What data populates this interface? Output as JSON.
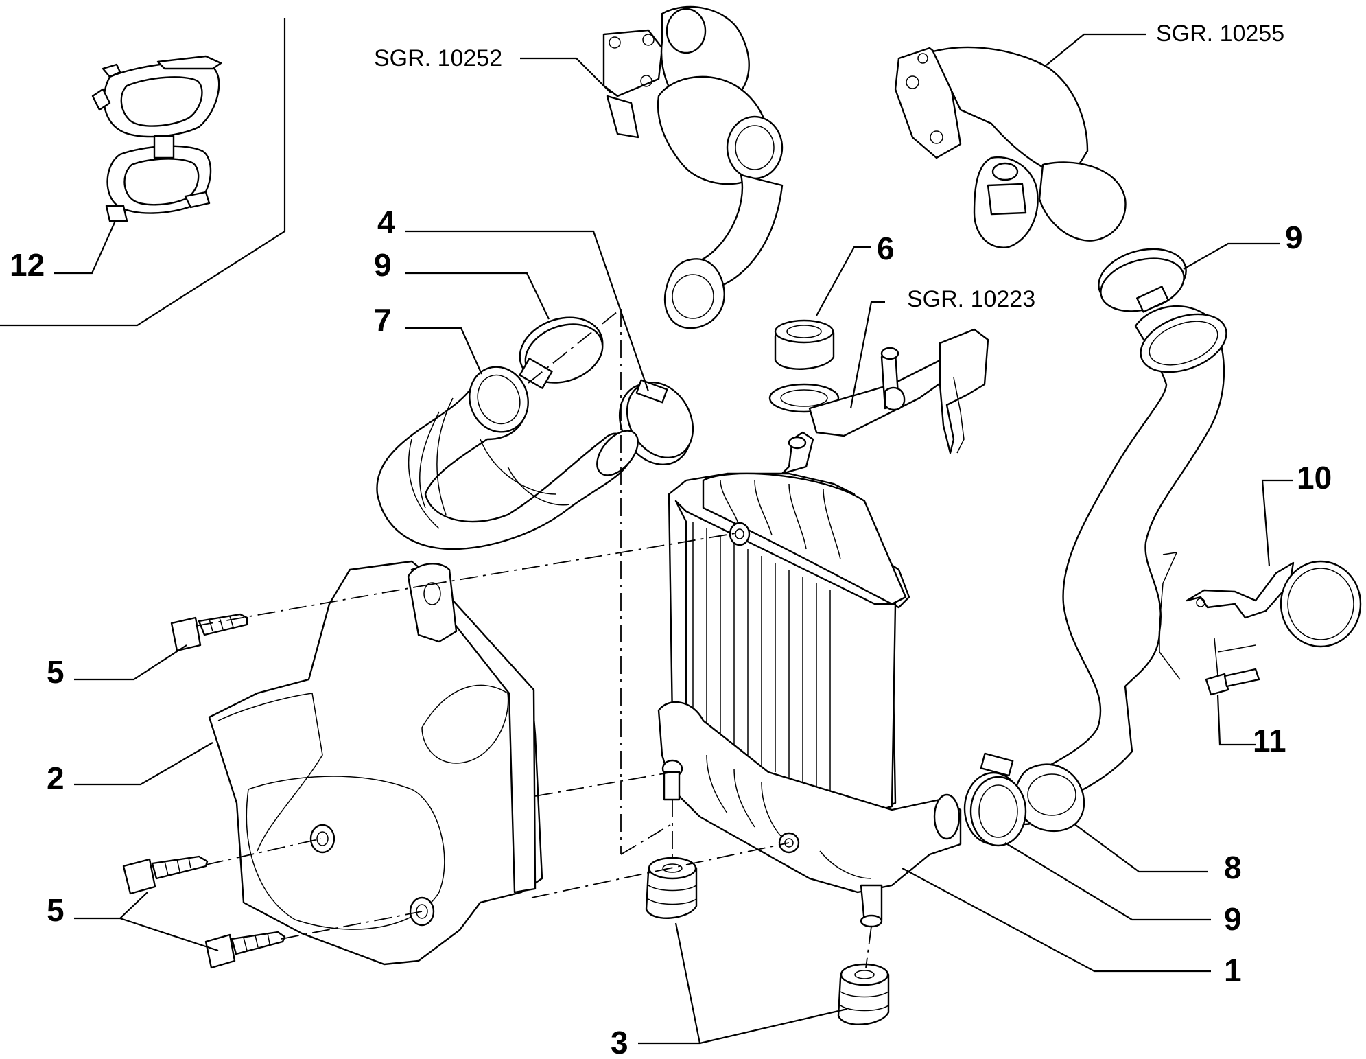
{
  "callouts": {
    "c1": "1",
    "c2": "2",
    "c3": "3",
    "c4": "4",
    "c5a": "5",
    "c5b": "5",
    "c6": "6",
    "c7": "7",
    "c8": "8",
    "c9a": "9",
    "c9b": "9",
    "c9c": "9",
    "c10": "10",
    "c11": "11",
    "c12": "12"
  },
  "refs": {
    "r1": "SGR. 10252",
    "r2": "SGR. 10255",
    "r3": "SGR. 10223"
  }
}
